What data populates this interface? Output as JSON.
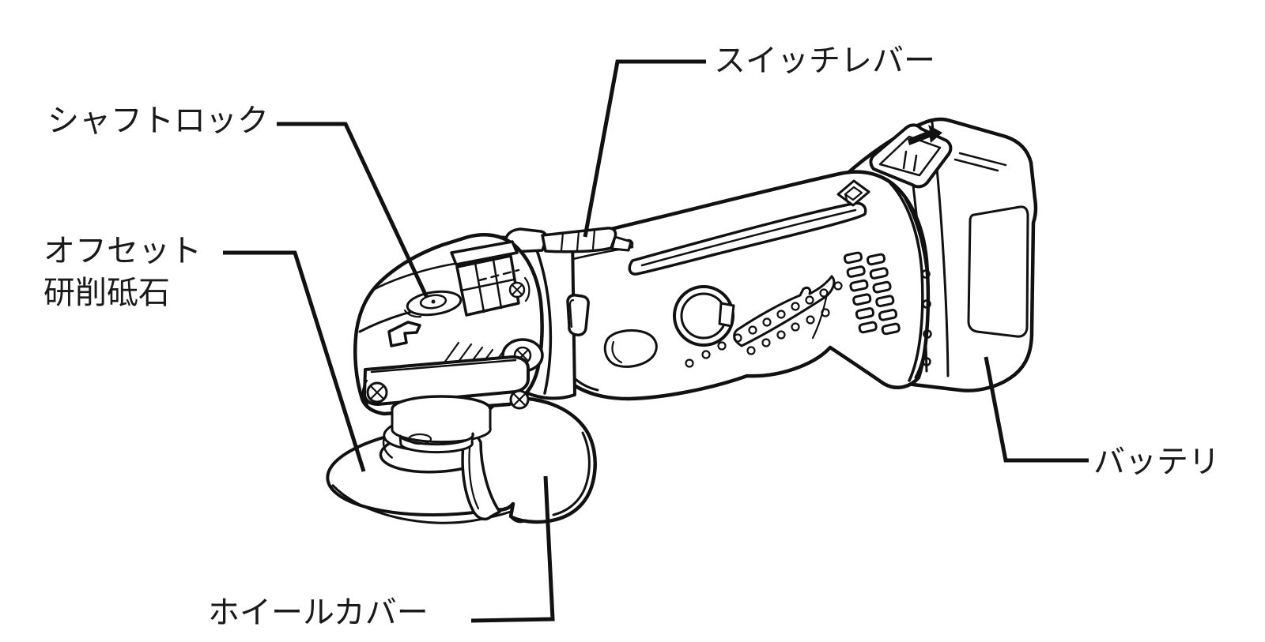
{
  "figure": {
    "type": "parts-diagram",
    "subject": "cordless-angle-grinder",
    "background_color": "#ffffff",
    "line_color": "#111111",
    "text_color": "#1a1a1a",
    "labels": {
      "switch_lever": "スイッチレバー",
      "shaft_lock": "シャフトロック",
      "offset_wheel_line1": "オフセット",
      "offset_wheel_line2": "研削砥石",
      "battery": "バッテリ",
      "wheel_cover": "ホイールカバー"
    }
  }
}
